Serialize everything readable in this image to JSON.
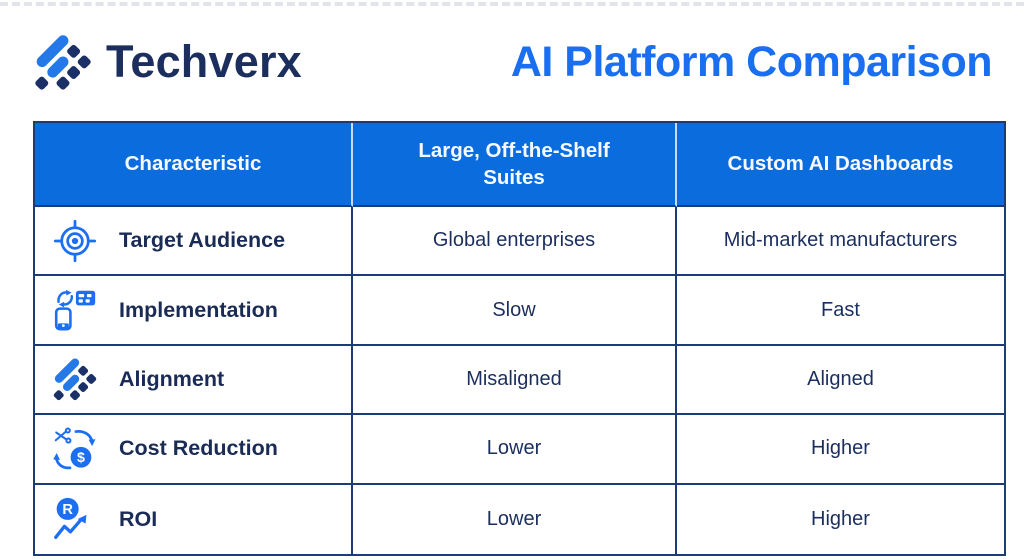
{
  "brand": {
    "name": "Techverx"
  },
  "colors": {
    "accent_blue": "#1a6ef0",
    "header_blue": "#0b6cde",
    "navy_text": "#1b2f5e",
    "border_navy": "#1d3b74",
    "logo_light_blue": "#2478e8",
    "logo_navy": "#1b3066",
    "header_text": "#f6f9ff"
  },
  "icons": [
    "target-icon",
    "device-sync-icon",
    "alignment-diamond-icon",
    "cost-reduction-icon",
    "roi-icon"
  ],
  "chart_data": {
    "type": "table",
    "title": "AI Platform Comparison",
    "columns": [
      "Characteristic",
      "Large, Off-the-Shelf Suites",
      "Custom AI Dashboards"
    ],
    "rows": [
      [
        "Target Audience",
        "Global enterprises",
        "Mid-market manufacturers"
      ],
      [
        "Implementation",
        "Slow",
        "Fast"
      ],
      [
        "Alignment",
        "Misaligned",
        "Aligned"
      ],
      [
        "Cost Reduction",
        "Lower",
        "Higher"
      ],
      [
        "ROI",
        "Lower",
        "Higher"
      ]
    ]
  }
}
